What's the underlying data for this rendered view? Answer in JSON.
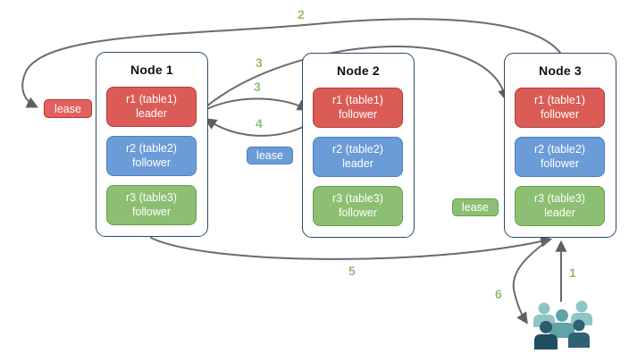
{
  "diagram": {
    "nodes": [
      {
        "title": "Node 1",
        "replicas": [
          {
            "label": "r1 (table1)",
            "role": "leader",
            "color": "#db5b57"
          },
          {
            "label": "r2 (table2)",
            "role": "follower",
            "color": "#6c9cd8"
          },
          {
            "label": "r3 (table3)",
            "role": "follower",
            "color": "#8cbf72"
          }
        ]
      },
      {
        "title": "Node 2",
        "replicas": [
          {
            "label": "r1 (table1)",
            "role": "follower",
            "color": "#db5b57"
          },
          {
            "label": "r2 (table2)",
            "role": "leader",
            "color": "#6c9cd8"
          },
          {
            "label": "r3 (table3)",
            "role": "follower",
            "color": "#8cbf72"
          }
        ]
      },
      {
        "title": "Node 3",
        "replicas": [
          {
            "label": "r1 (table1)",
            "role": "follower",
            "color": "#db5b57"
          },
          {
            "label": "r2 (table2)",
            "role": "follower",
            "color": "#6c9cd8"
          },
          {
            "label": "r3 (table3)",
            "role": "leader",
            "color": "#8cbf72"
          }
        ]
      }
    ],
    "leases": [
      {
        "label": "lease",
        "color": "#e0615d"
      },
      {
        "label": "lease",
        "color": "#6c9cd8"
      },
      {
        "label": "lease",
        "color": "#8cbf72"
      }
    ],
    "steps": [
      {
        "label": "1"
      },
      {
        "label": "2"
      },
      {
        "label": "3"
      },
      {
        "label": "3"
      },
      {
        "label": "4"
      },
      {
        "label": "5"
      },
      {
        "label": "6"
      }
    ],
    "icons": {
      "users": "users-group-icon"
    },
    "colors": {
      "arrow": "#6b6b6b",
      "step_number": "#8cbf72",
      "node_border": "#2b4a6b",
      "red": "#db5b57",
      "blue": "#6c9cd8",
      "green": "#8cbf72",
      "users_light": "#8fc5c7",
      "users_medium": "#61a3a9",
      "users_dark": "#1f4e61"
    }
  }
}
